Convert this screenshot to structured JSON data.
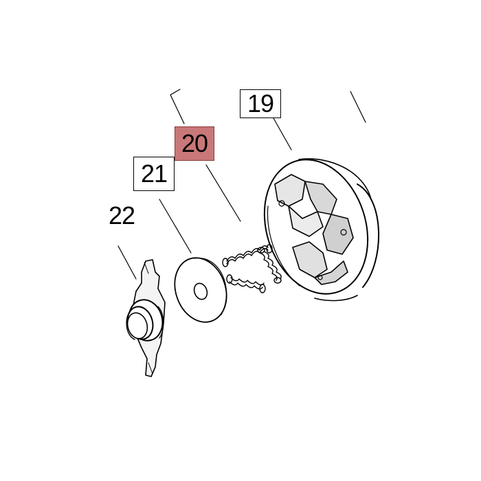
{
  "diagram": {
    "labels": [
      {
        "id": "19",
        "text": "19",
        "highlighted": false
      },
      {
        "id": "20",
        "text": "20",
        "highlighted": true
      },
      {
        "id": "21",
        "text": "21",
        "highlighted": false
      },
      {
        "id": "partial",
        "text": "22",
        "highlighted": false
      }
    ],
    "colors": {
      "highlight_fill": "#c87878",
      "line": "#000000",
      "background": "#ffffff"
    }
  }
}
